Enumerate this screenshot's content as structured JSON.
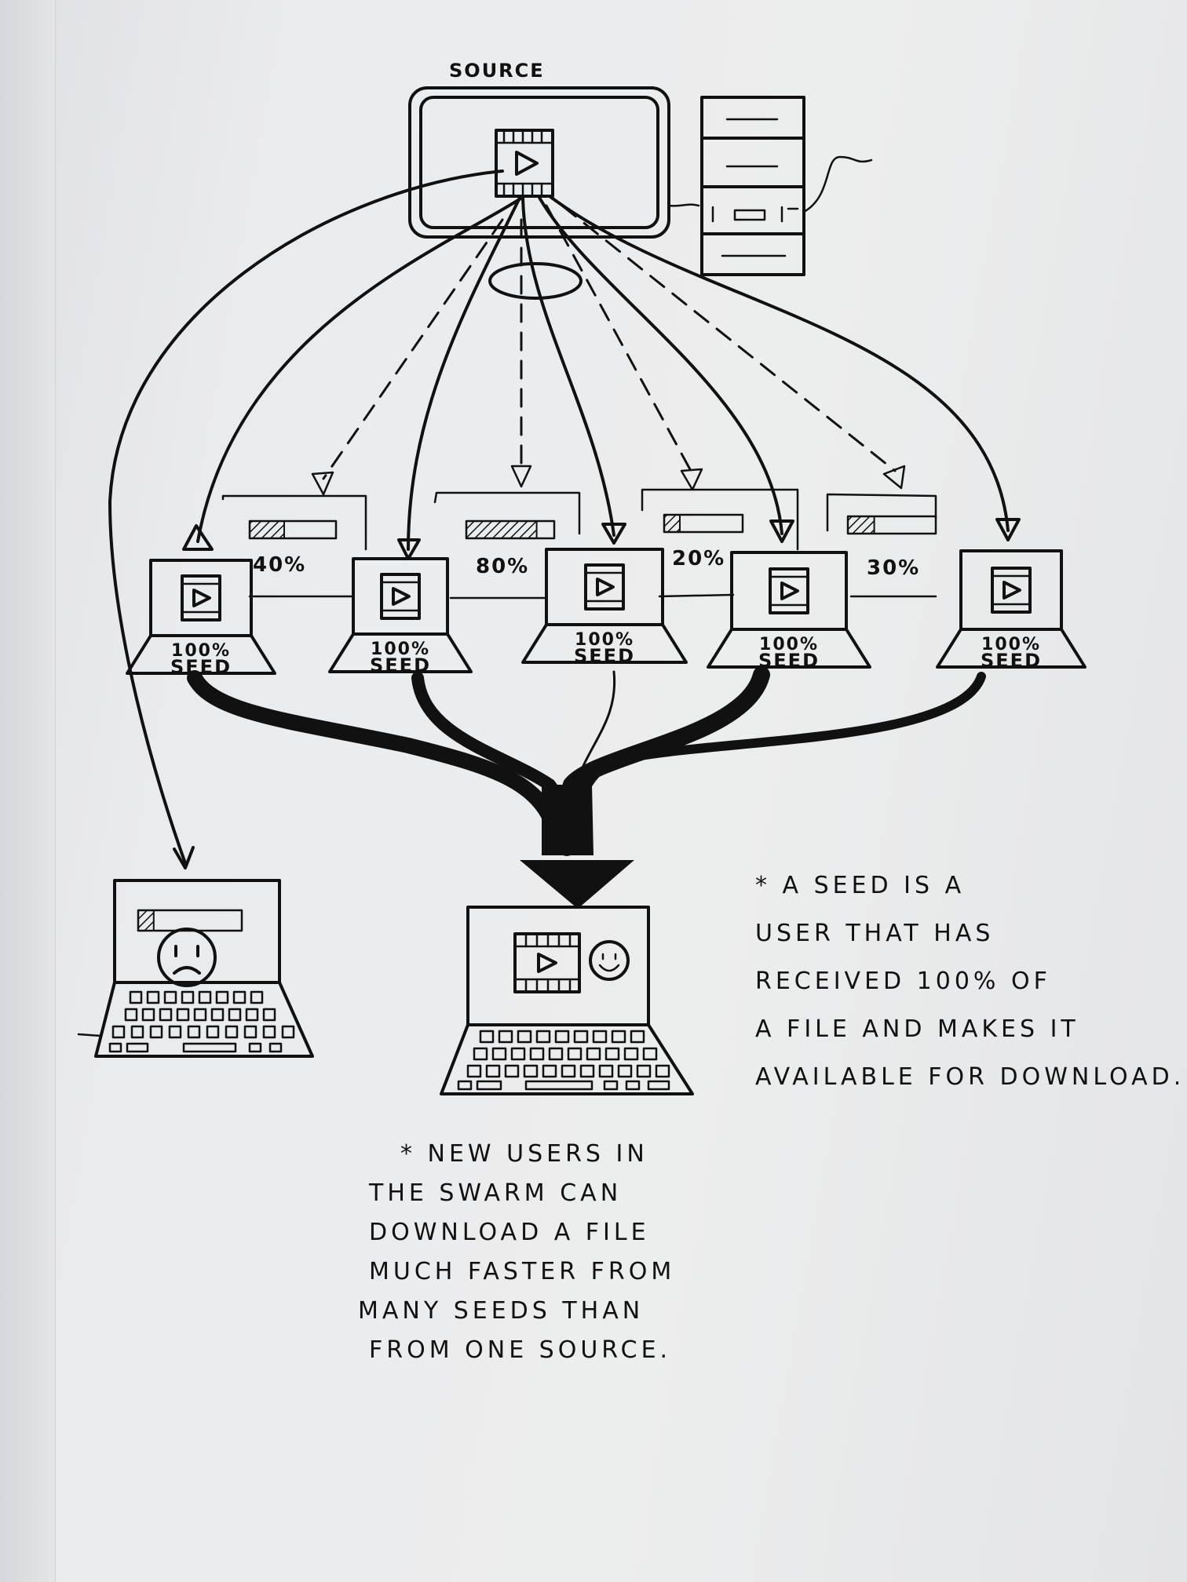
{
  "source": {
    "label": "SOURCE"
  },
  "progress_bars": [
    {
      "label": "40%",
      "fill": 0.4
    },
    {
      "label": "80%",
      "fill": 0.8
    },
    {
      "label": "20%",
      "fill": 0.2
    },
    {
      "label": "30%",
      "fill": 0.3
    }
  ],
  "seeds": [
    {
      "percent": "100%",
      "label": "SEED"
    },
    {
      "percent": "100%",
      "label": "SEED"
    },
    {
      "percent": "100%",
      "label": "SEED"
    },
    {
      "percent": "100%",
      "label": "SEED"
    },
    {
      "percent": "100%",
      "label": "SEED"
    }
  ],
  "slow_laptop": {
    "fill": 0.15,
    "face": "sad"
  },
  "fast_laptop": {
    "face": "happy"
  },
  "note_seed": {
    "lines": [
      "* A seed is a",
      "user that has",
      "received 100% of",
      "a file and makes it",
      "available for download."
    ]
  },
  "note_swarm": {
    "lines": [
      "* New users in",
      "the swarm can",
      "download a file",
      "much faster from",
      "many seeds than",
      "from one source."
    ]
  }
}
